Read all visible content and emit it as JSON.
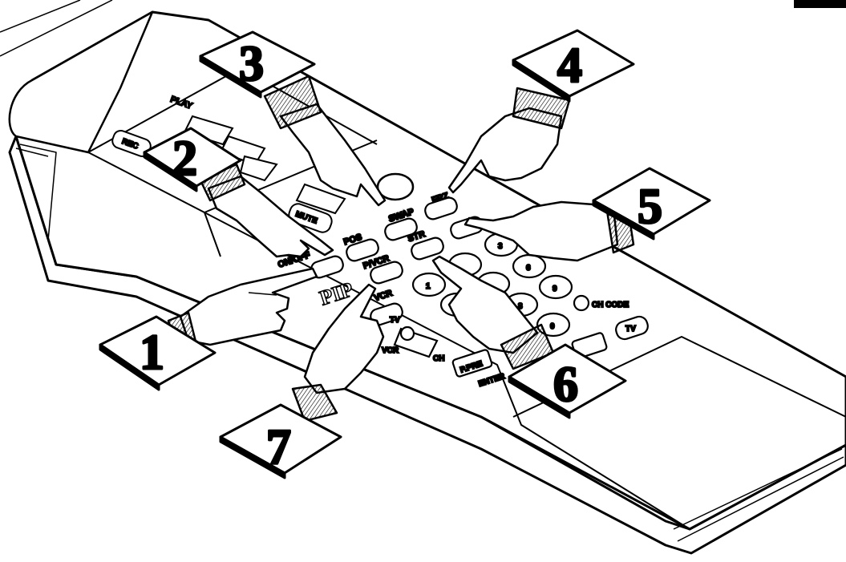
{
  "callouts": [
    {
      "id": 1,
      "label": "1"
    },
    {
      "id": 2,
      "label": "2"
    },
    {
      "id": 3,
      "label": "3"
    },
    {
      "id": 4,
      "label": "4"
    },
    {
      "id": 5,
      "label": "5"
    },
    {
      "id": 6,
      "label": "6"
    },
    {
      "id": 7,
      "label": "7"
    }
  ],
  "remote": {
    "buttons": {
      "on_off": "ON/OFF",
      "pos": "POS",
      "swap": "SWAP",
      "frz": "FRZ",
      "pip": "PIP",
      "pp_vcr": "P/VCR",
      "str": "STR",
      "vcr": "VCR",
      "tv": "TV",
      "play": "PLAY",
      "rec": "REC",
      "mute": "MUTE",
      "ch": "CH",
      "tv_sw": "TV",
      "vcr_sw": "VCR",
      "p_pre": "P.PRE",
      "enter": "ENTER",
      "ch_code": "CH CODE",
      "one": "1",
      "three": "3",
      "six": "6",
      "nine": "9",
      "eight": "8",
      "zero": "0"
    }
  }
}
